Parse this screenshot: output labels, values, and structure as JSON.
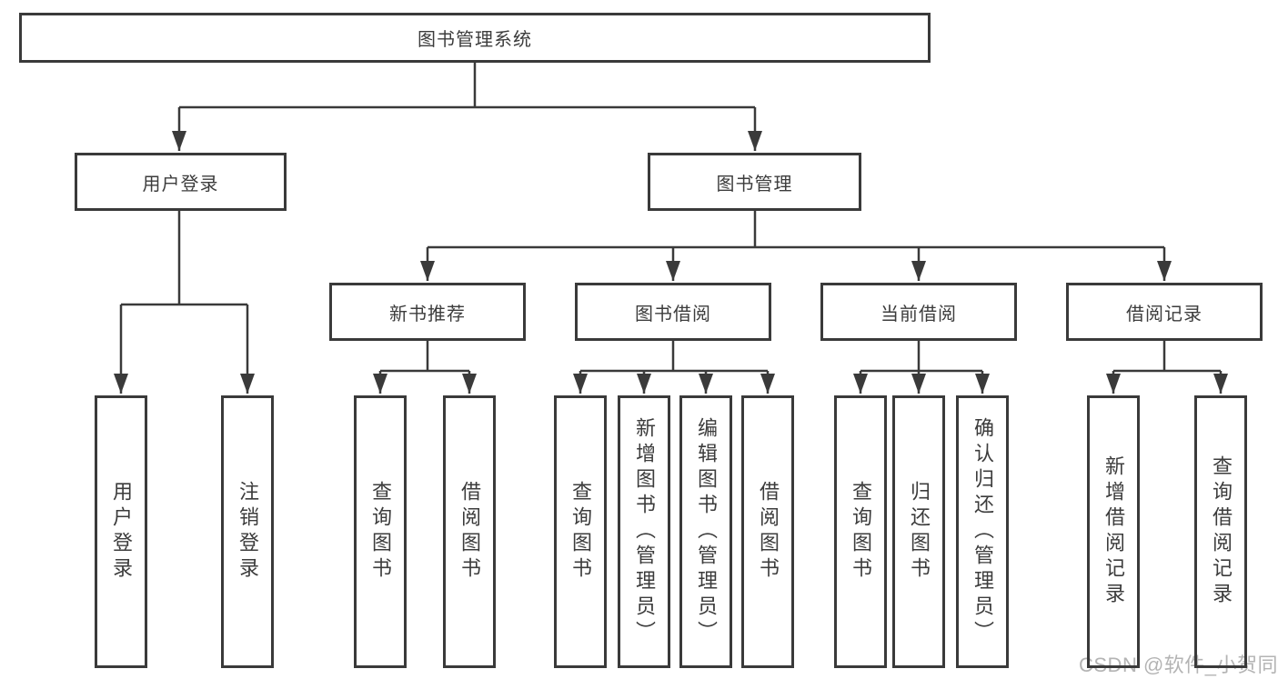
{
  "diagram": {
    "root": {
      "label": "图书管理系统"
    },
    "branches": [
      {
        "label": "用户登录",
        "children": [
          {
            "label": "用户登录"
          },
          {
            "label": "注销登录"
          }
        ]
      },
      {
        "label": "图书管理",
        "children": [
          {
            "label": "新书推荐",
            "children": [
              {
                "label": "查询图书"
              },
              {
                "label": "借阅图书"
              }
            ]
          },
          {
            "label": "图书借阅",
            "children": [
              {
                "label": "查询图书"
              },
              {
                "label": "新增图书（管理员）"
              },
              {
                "label": "编辑图书（管理员）"
              },
              {
                "label": "借阅图书"
              }
            ]
          },
          {
            "label": "当前借阅",
            "children": [
              {
                "label": "查询图书"
              },
              {
                "label": "归还图书"
              },
              {
                "label": "确认归还（管理员）"
              }
            ]
          },
          {
            "label": "借阅记录",
            "children": [
              {
                "label": "新增借阅记录"
              },
              {
                "label": "查询借阅记录"
              }
            ]
          }
        ]
      }
    ],
    "watermark": "CSDN @软件_小贺同学",
    "colors": {
      "line": "#3a3a3a",
      "text": "#3c3c3c",
      "watermark": "#b4b4b4",
      "background": "#ffffff"
    }
  }
}
